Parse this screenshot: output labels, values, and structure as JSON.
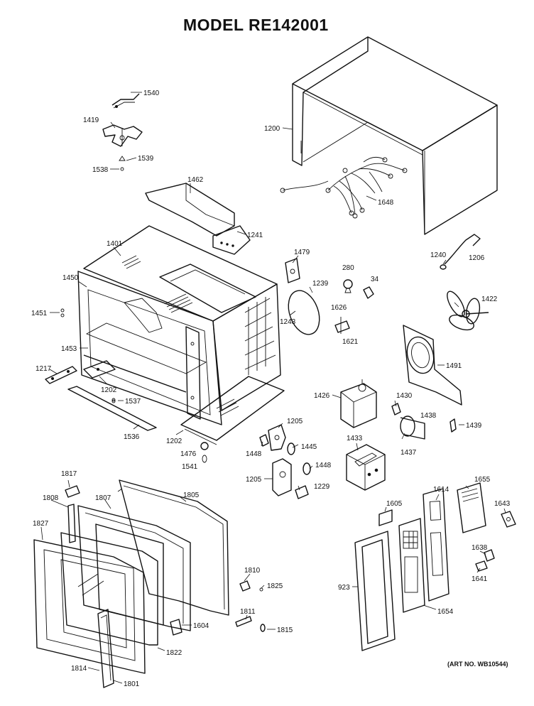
{
  "title": "MODEL RE142001",
  "art_number": "(ART NO. WB10544)",
  "part_labels": {
    "p1540": "1540",
    "p1419": "1419",
    "p1539": "1539",
    "p1538": "1538",
    "p1200": "1200",
    "p1462": "1462",
    "p1648": "1648",
    "p1241": "1241",
    "p1401": "1401",
    "p1479": "1479",
    "p1240": "1240",
    "p1206": "1206",
    "p280": "280",
    "p34": "34",
    "p1450": "1450",
    "p1239": "1239",
    "p1422": "1422",
    "p1451": "1451",
    "p1243": "1243",
    "p1626": "1626",
    "p1621": "1621",
    "p1453": "1453",
    "p1491": "1491",
    "p1217": "1217",
    "p1202a": "1202",
    "p1537": "1537",
    "p1426": "1426",
    "p1430": "1430",
    "p1438": "1438",
    "p1439": "1439",
    "p1205a": "1205",
    "p1536": "1536",
    "p1202b": "1202",
    "p1448a": "1448",
    "p1445": "1445",
    "p1433": "1433",
    "p1437": "1437",
    "p1476": "1476",
    "p1541": "1541",
    "p1448b": "1448",
    "p1205b": "1205",
    "p1229": "1229",
    "p1817": "1817",
    "p1655": "1655",
    "p1614": "1614",
    "p1808": "1808",
    "p1807": "1807",
    "p1805": "1805",
    "p1605": "1605",
    "p1643": "1643",
    "p1827": "1827",
    "p1638": "1638",
    "p1810": "1810",
    "p1825": "1825",
    "p923": "923",
    "p1641": "1641",
    "p1654": "1654",
    "p1811": "1811",
    "p1604": "1604",
    "p1815": "1815",
    "p1822": "1822",
    "p1814": "1814",
    "p1801": "1801"
  }
}
